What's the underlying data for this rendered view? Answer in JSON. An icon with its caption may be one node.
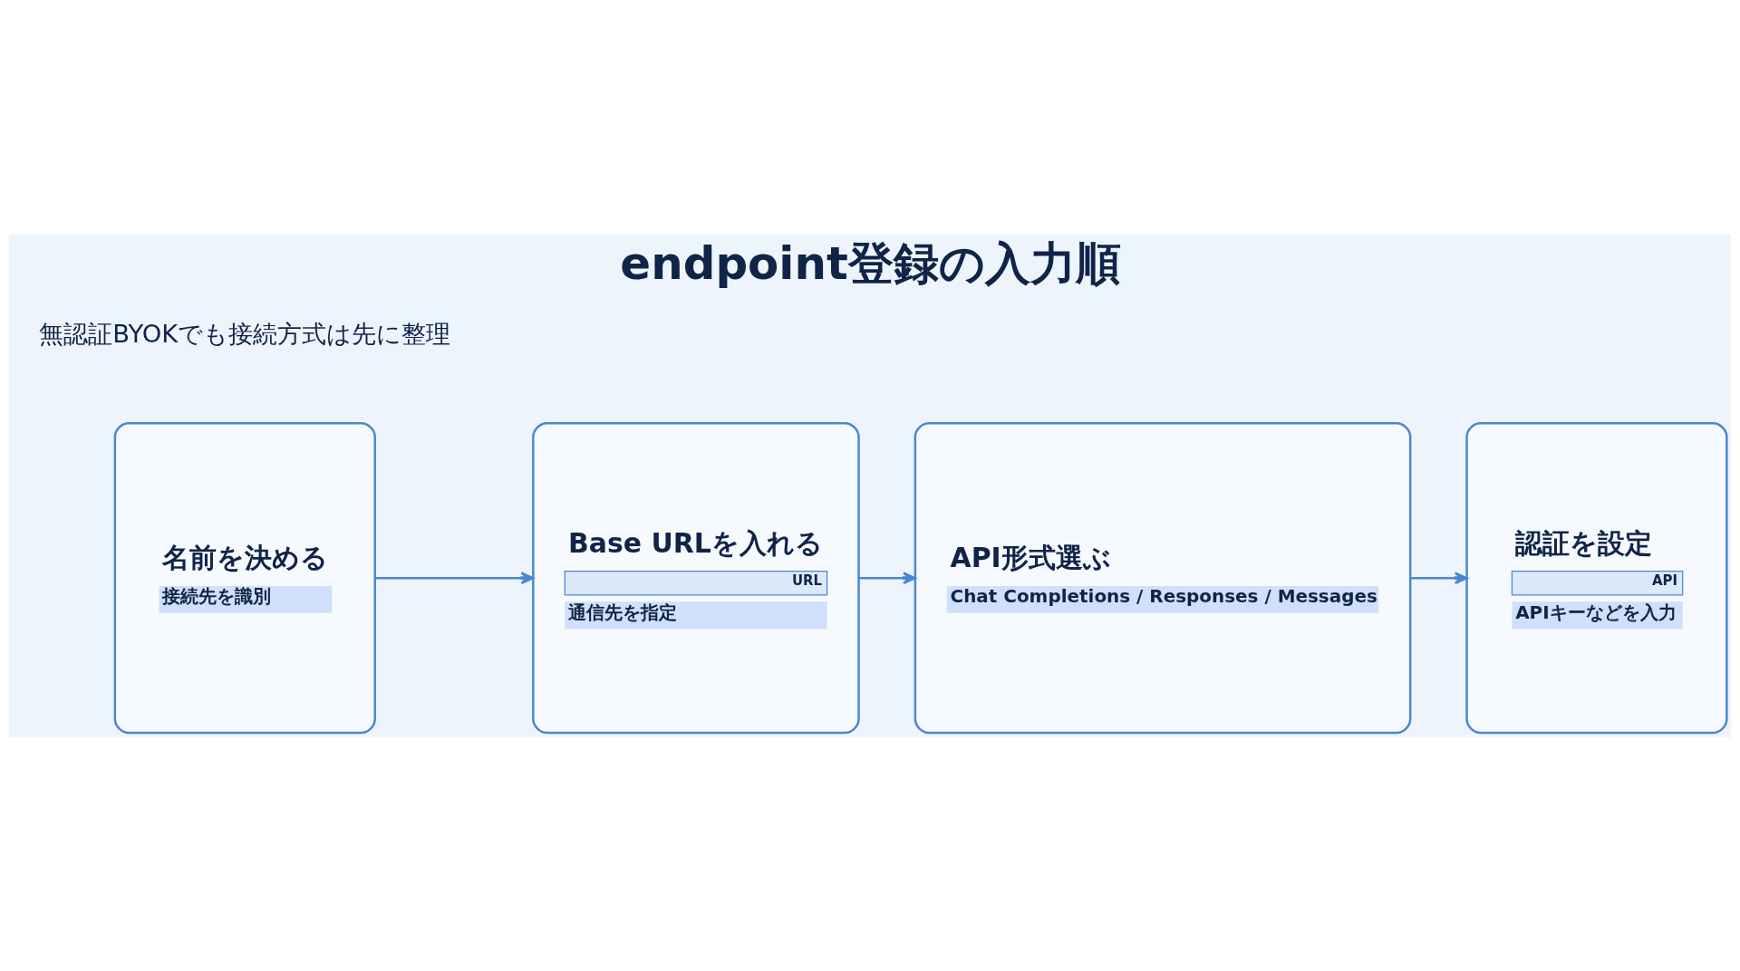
{
  "diagram": {
    "title": "endpoint登録の入力順",
    "nodes": [
      {
        "text": [
          "名前を決める",
          "接続先を識別"
        ]
      },
      {
        "text": [
          "Base URLを入れる",
          "URL",
          "通信先を指定"
        ]
      },
      {
        "text": [
          "API形式選ぶ",
          "Chat Completions / Responses / Messages"
        ]
      },
      {
        "text": [
          "認証を設定",
          "API",
          "APIキーなどを入力"
        ]
      }
    ],
    "edges": [
      {
        "from": 0,
        "to": 1,
        "arrow": "to"
      },
      {
        "from": 1,
        "to": 2,
        "arrow": "to"
      },
      {
        "from": 2,
        "to": 3,
        "arrow": "to"
      }
    ],
    "labels": [
      "無認証BYOKでも接続方式は先に整理"
    ]
  }
}
